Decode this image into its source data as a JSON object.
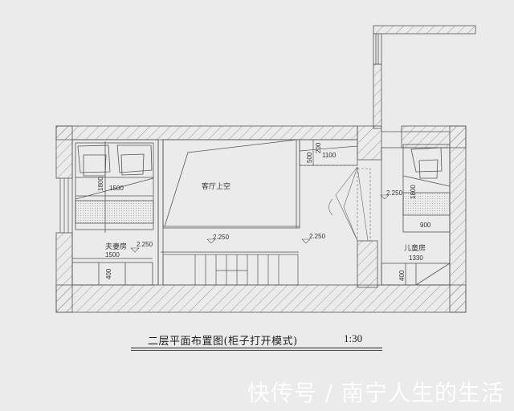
{
  "drawing": {
    "title": "二层平面布置图(柜子打开模式)",
    "scale": "1:30",
    "rooms": {
      "master_bedroom": {
        "label": "夫妻房",
        "elevation": "2.250"
      },
      "living_void": {
        "label": "客厅上空"
      },
      "children_room": {
        "label": "儿童房",
        "elevation": "2.250"
      }
    },
    "elevations": {
      "corridor_center": "2.250",
      "corridor_right": "2.250"
    },
    "dimensions": {
      "master_bed_length": "1800",
      "master_bed_width": "1500",
      "master_cabinet_width": "1500",
      "master_cabinet_depth": "400",
      "desk_depth_a": "500",
      "desk_depth_b": "200",
      "desk_width": "1100",
      "child_bed_length": "1800",
      "child_bed_width": "900",
      "child_cabinet_width": "1330",
      "child_cabinet_depth": "400"
    },
    "colors": {
      "background": "#ebebeb",
      "line": "#555555",
      "hatch": "#777777"
    }
  },
  "watermark": {
    "text": "快传号 / 南宁人生的生活"
  }
}
